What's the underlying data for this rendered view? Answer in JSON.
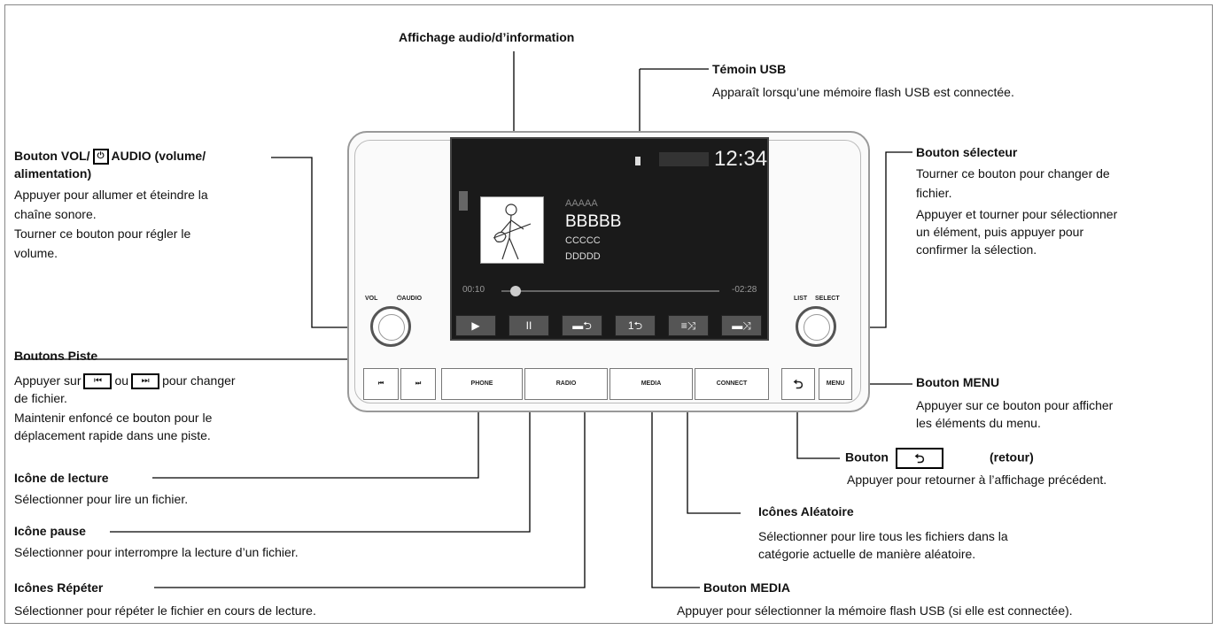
{
  "labels": {
    "affichage": "Affichage audio/d’information",
    "usb_title": "Témoin USB",
    "usb_desc": "Apparaît lorsqu’une mémoire flash USB est connectée.",
    "vol_title_a": "Bouton VOL/",
    "vol_title_b": "AUDIO (volume/",
    "vol_title_c": "alimentation)",
    "vol_desc": [
      "Appuyer pour allumer et éteindre la",
      "chaîne sonore.",
      "Tourner ce bouton pour régler le",
      "volume."
    ],
    "sel_title": "Bouton sélecteur",
    "sel_desc": [
      "Tourner ce bouton pour changer de",
      "fichier.",
      "Appuyer et tourner pour sélectionner",
      "un élément, puis appuyer pour",
      "confirmer la sélection."
    ],
    "piste_title": "Boutons Piste",
    "piste_desc_a": "Appuyer sur",
    "piste_desc_b": "ou",
    "piste_desc_c": "pour changer",
    "piste_desc": [
      "de fichier.",
      "Maintenir enfoncé ce bouton pour le",
      "déplacement rapide dans une piste."
    ],
    "menu_title": "Bouton MENU",
    "menu_desc": [
      "Appuyer sur ce bouton pour afficher",
      "les éléments du menu."
    ],
    "lecture_title": "Icône de lecture",
    "lecture_desc": "Sélectionner pour lire un fichier.",
    "retour_title_a": "Bouton",
    "retour_title_b": "(retour)",
    "retour_desc": "Appuyer pour retourner à l’affichage précédent.",
    "pause_title": "Icône pause",
    "pause_desc": "Sélectionner pour interrompre la lecture d’un fichier.",
    "aleatoire_title": "Icônes Aléatoire",
    "aleatoire_desc": [
      "Sélectionner pour lire tous les fichiers dans la",
      "catégorie actuelle de manière aléatoire."
    ],
    "repeter_title": "Icônes Répéter",
    "repeter_desc": "Sélectionner pour répéter le fichier en cours de lecture.",
    "media_title": "Bouton MEDIA",
    "media_desc": "Appuyer pour sélectionner la mémoire flash USB (si elle est connectée)."
  },
  "screen": {
    "clock": "12:34",
    "track": [
      "AAAAA",
      "BBBBB",
      "CCCCC",
      "DDDDD"
    ],
    "elapsed": "00:10",
    "remaining": "-02:28",
    "buttons": [
      "▶",
      "II",
      "▬⮌",
      "1⮌",
      "≡⤨",
      "▬⤨"
    ]
  },
  "unit": {
    "vol_label": "VOL",
    "audio_label": "⏻AUDIO",
    "list_label": "LIST",
    "select_label": "SELECT",
    "prev": "⏮",
    "next": "⏭",
    "phone": "PHONE",
    "radio": "RADIO",
    "media": "MEDIA",
    "connect": "CONNECT",
    "back": "⮌",
    "menu": "MENU"
  }
}
